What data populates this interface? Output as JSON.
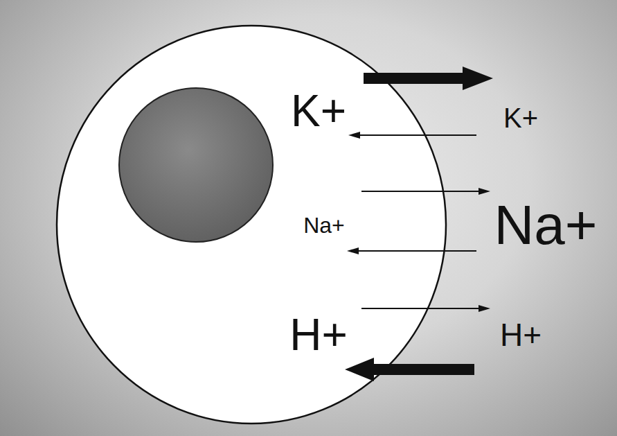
{
  "diagram": {
    "nodes": [
      {
        "text": [
          "K+",
          "Na+",
          "H+"
        ]
      }
    ],
    "labels": [
      "K+",
      "Na+",
      "H+"
    ]
  }
}
